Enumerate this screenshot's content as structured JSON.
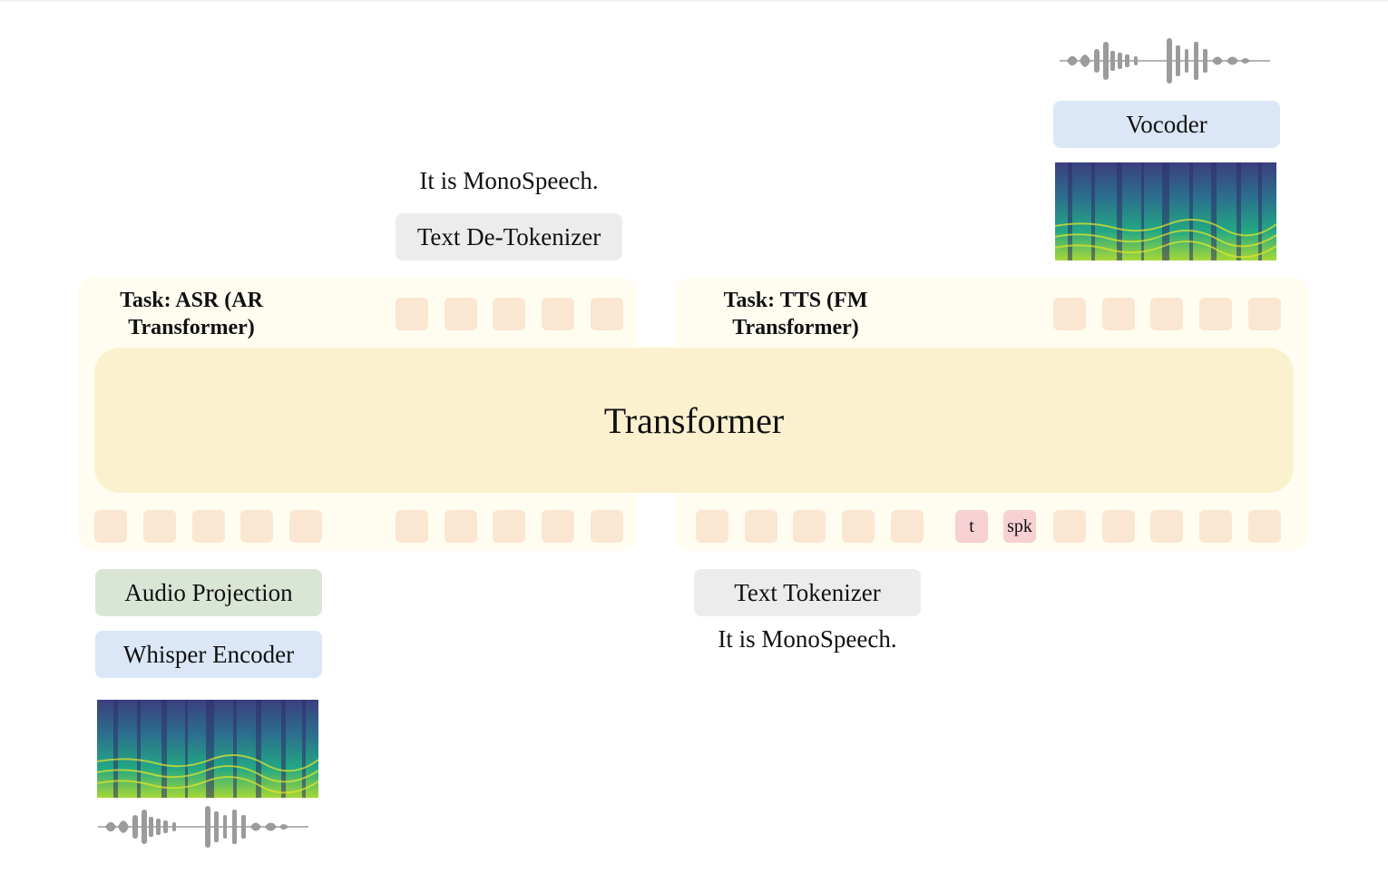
{
  "diagram": {
    "transformer_label": "Transformer",
    "asr": {
      "task_label_line1": "Task: ASR (AR",
      "task_label_line2": "Transformer)",
      "output_text": "It is MonoSpeech.",
      "detokenizer_label": "Text De-Tokenizer",
      "audio_projection_label": "Audio Projection",
      "whisper_encoder_label": "Whisper Encoder"
    },
    "tts": {
      "task_label_line1": "Task: TTS (FM",
      "task_label_line2": "Transformer)",
      "vocoder_label": "Vocoder",
      "tokenizer_label": "Text Tokenizer",
      "input_text": "It is MonoSpeech.",
      "time_token": "t",
      "speaker_token": "spk"
    }
  },
  "colors": {
    "panel": "#fefdf0",
    "transformer": "#fcf1cf",
    "token": "#fbe6d1",
    "token_special": "#f7d0d3",
    "box_gray": "#ececec",
    "box_blue": "#dbe7f6",
    "box_green": "#d9e6d6",
    "waveform": "#9b9b9b"
  }
}
